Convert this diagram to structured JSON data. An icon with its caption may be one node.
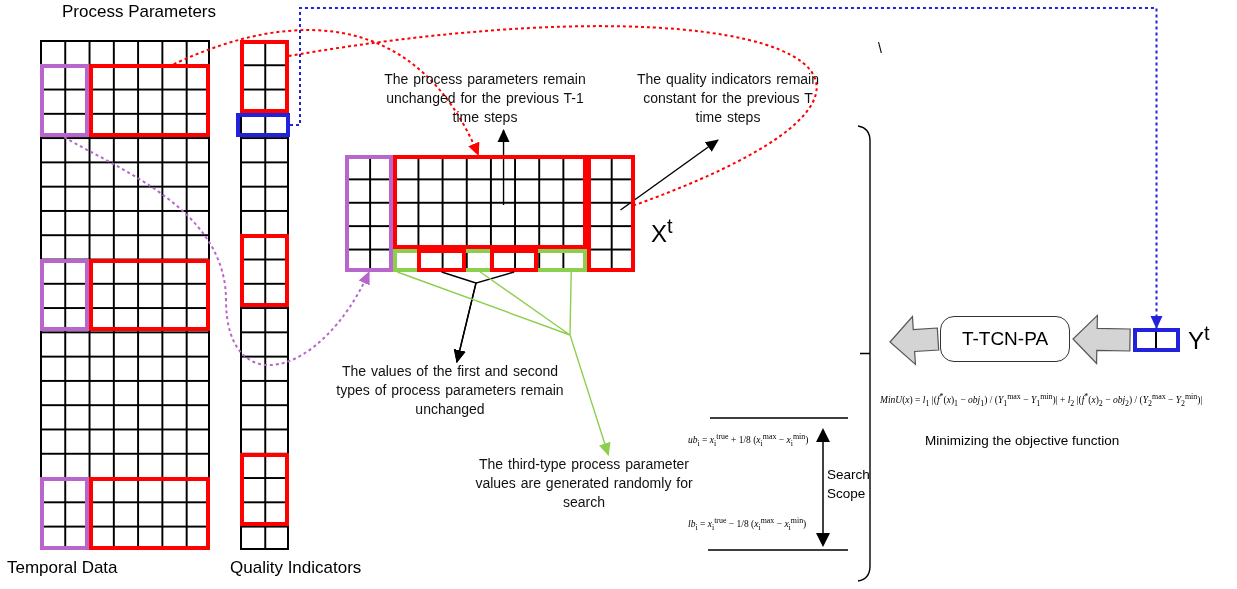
{
  "diagram": {
    "nodes": [
      {
        "text": [
          "Process Parameters",
          "Temporal Data"
        ]
      },
      {
        "text": [],
        "shape": "box",
        "in": 0
      },
      {
        "text": [],
        "shape": "box",
        "in": 0
      },
      {
        "text": [],
        "shape": "box",
        "in": 0
      },
      {
        "text": [],
        "shape": "box",
        "in": 0
      },
      {
        "text": [],
        "shape": "box",
        "in": 0
      },
      {
        "text": [],
        "shape": "box",
        "in": 0
      },
      {
        "text": [
          "Quality Indicators"
        ]
      },
      {
        "text": [],
        "shape": "box",
        "in": 7
      },
      {
        "text": [],
        "shape": "box",
        "in": 7
      },
      {
        "text": [],
        "shape": "box",
        "in": 7
      },
      {
        "text": [],
        "shape": "box",
        "in": 7
      },
      {
        "text": [
          "X$^{t}$"
        ]
      },
      {
        "text": [],
        "shape": "box",
        "in": 12
      },
      {
        "text": [],
        "shape": "box",
        "in": 12
      },
      {
        "text": [],
        "shape": "box",
        "in": 12
      },
      {
        "text": [],
        "shape": "box",
        "in": 12
      },
      {
        "text": [],
        "shape": "box",
        "in": 16
      },
      {
        "text": [],
        "shape": "box",
        "in": 16
      },
      {
        "text": [
          "The process parameters remain unchanged for the previous T-1 time steps"
        ]
      },
      {
        "text": [
          "The quality indicators remain constant for the previous T time steps"
        ]
      },
      {
        "text": [
          "The values of the first and second types of process parameters remain unchanged"
        ]
      },
      {
        "text": [
          "The third-type process parameter values are generated randomly for search"
        ]
      },
      {
        "text": [
          "T-TCN-PA"
        ]
      },
      {
        "text": [
          "Y$^{t}$"
        ]
      },
      {
        "text": [],
        "shape": "bracket"
      }
    ],
    "edges": [
      {
        "from": 2,
        "to": 14,
        "arrow": "to",
        "style": "dashed",
        "color": "#ff0000"
      },
      {
        "from": 8,
        "to": 15,
        "arrow": "none",
        "style": "dashed",
        "color": "#ff0000"
      },
      {
        "from": 9,
        "to": 24,
        "arrow": "to",
        "style": "dashed",
        "color": "#2222dd"
      },
      {
        "from": 1,
        "to": 13,
        "arrow": "to",
        "style": "dashed",
        "color": "#b866cc"
      },
      {
        "from": 14,
        "to": 19,
        "arrow": "to"
      },
      {
        "from": 15,
        "to": 20,
        "arrow": "to"
      },
      {
        "from": 17,
        "to": 21,
        "arrow": "to"
      },
      {
        "from": 18,
        "to": 21,
        "arrow": "to"
      },
      {
        "from": 16,
        "to": 22,
        "arrow": "to",
        "color": "#8ccf4d"
      },
      {
        "from": 24,
        "to": 23,
        "arrow": "to",
        "style": "thick"
      },
      {
        "from": 23,
        "to": 25,
        "arrow": "to",
        "style": "thick"
      }
    ],
    "labels": [
      "\\",
      "*MinU*(*x*) = *l*$_{1}$ |(*f*$^{*}$(*x*)$_{1}$ − *obj*$_{1}$) / (*Y*$_{1}$$^{max}$ − *Y*$_{1}$$^{min}$)| + *l*$_{2}$ |(*f*$^{*}$(*x*)$_{2}$ − *obj*$_{2}$) / (*Y*$_{2}$$^{max}$ − *Y*$_{2}$$^{min}$)|",
      "Minimizing the objective function",
      "*ub*$_{i}$ = *x*$_{i}$$^{true}$ + 1/8 (*x*$_{i}$$^{max}$ − *x*$_{i}$$^{min}$)",
      "Search Scope",
      "*lb*$_{i}$ = *x*$_{i}$$^{true}$ − 1/8 (*x*$_{i}$$^{max}$ − *x*$_{i}$$^{min}$)"
    ]
  }
}
